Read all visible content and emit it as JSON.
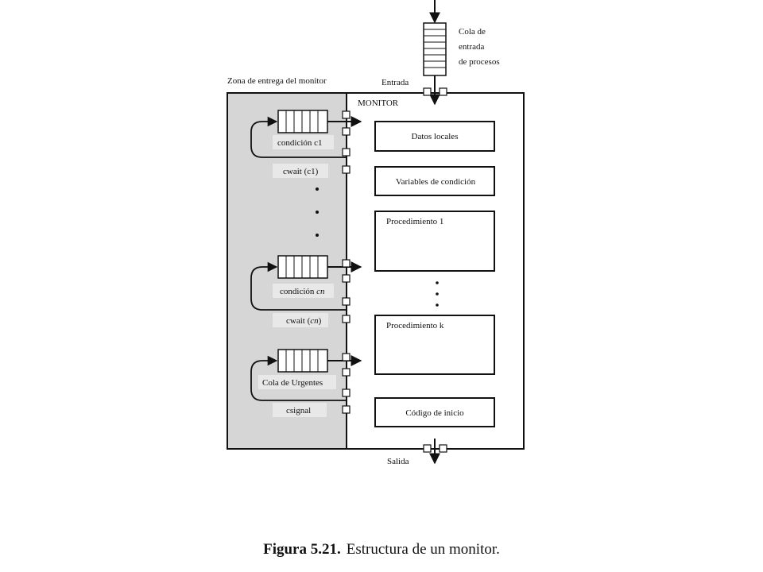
{
  "labels": {
    "entry_queue": [
      "Cola de",
      "entrada",
      "de procesos"
    ],
    "entry": "Entrada",
    "zone": "Zona de entrega del monitor",
    "monitor": "MONITOR",
    "local_data": "Datos locales",
    "condition_vars": "Variables de condición",
    "procedure_1": "Procedimiento 1",
    "procedure_k": "Procedimiento k",
    "init_code": "Código de inicio",
    "exit": "Salida",
    "condition_c1": "condición c1",
    "cwait_c1": "cwait (c1)",
    "condition_cn_prefix": "condición ",
    "condition_cn_var": "cn",
    "cwait_cn_prefix": "cwait (",
    "cwait_cn_var": "cn",
    "cwait_cn_suffix": ")",
    "urgent_queue": "Cola de Urgentes",
    "csignal": "csignal"
  },
  "caption": {
    "number": "Figura 5.21.",
    "text": "Estructura de un monitor."
  },
  "colors": {
    "zone_fill": "#d6d6d6",
    "stroke": "#111111",
    "label_bg": "#e8e8e8"
  }
}
